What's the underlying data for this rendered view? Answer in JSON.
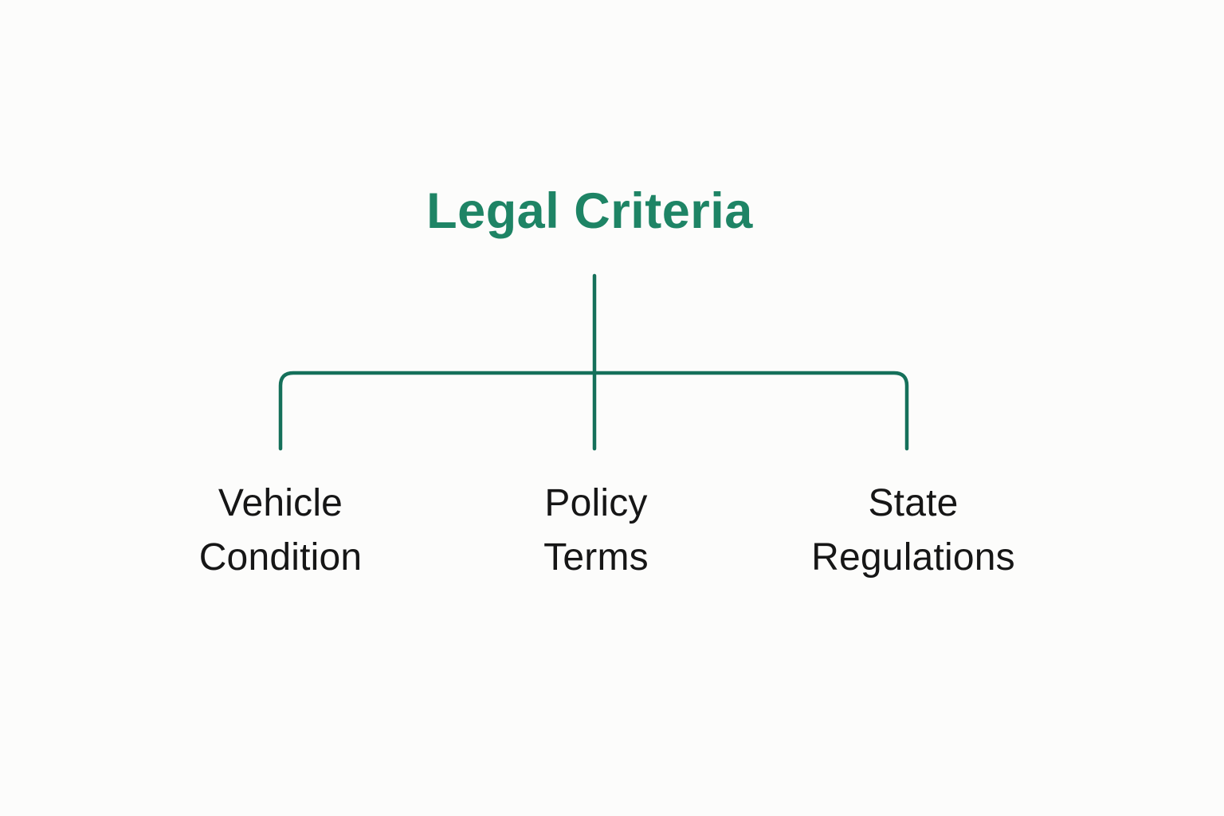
{
  "diagram": {
    "title": "Legal Criteria",
    "children": [
      {
        "label": "Vehicle Condition",
        "text": "Vehicle\nCondition"
      },
      {
        "label": "Policy Terms",
        "text": "Policy\nTerms"
      },
      {
        "label": "State Regulations",
        "text": "State\nRegulations"
      }
    ],
    "colors": {
      "title_green": "#1e8465",
      "connector_green": "#15705a",
      "node_text": "#161616",
      "background": "#fcfcfb"
    }
  }
}
